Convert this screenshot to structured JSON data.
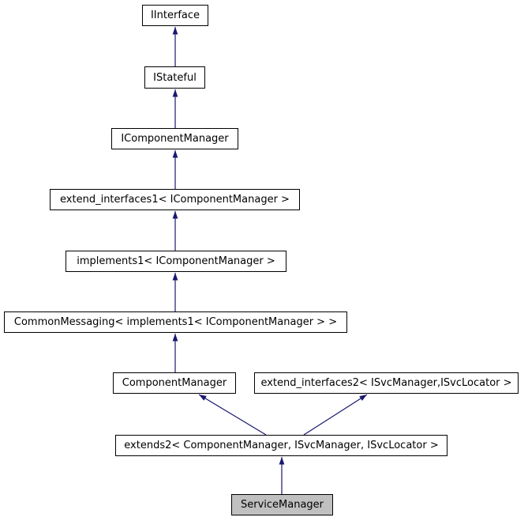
{
  "diagram": {
    "title": "ServiceManager inheritance diagram",
    "type": "class-inheritance-graph",
    "colors": {
      "background": "#ffffff",
      "node_border": "#000000",
      "node_fill": "#ffffff",
      "current_node_fill": "#c0c0c0",
      "arrow": "#191970",
      "text": "#000000"
    },
    "nodes": [
      {
        "id": "iinterface",
        "label": "IInterface"
      },
      {
        "id": "istateful",
        "label": "IStateful"
      },
      {
        "id": "icomponentmanager",
        "label": "IComponentManager"
      },
      {
        "id": "extend_interfaces1",
        "label": "extend_interfaces1< IComponentManager >"
      },
      {
        "id": "implements1",
        "label": "implements1< IComponentManager >"
      },
      {
        "id": "commonmessaging",
        "label": "CommonMessaging< implements1< IComponentManager > >"
      },
      {
        "id": "componentmanager",
        "label": "ComponentManager"
      },
      {
        "id": "extend_interfaces2",
        "label": "extend_interfaces2< ISvcManager,ISvcLocator >"
      },
      {
        "id": "extends2",
        "label": "extends2< ComponentManager, ISvcManager, ISvcLocator >"
      },
      {
        "id": "servicemanager",
        "label": "ServiceManager",
        "highlighted": true
      }
    ],
    "edges": [
      {
        "from": "IStateful",
        "to": "IInterface"
      },
      {
        "from": "IComponentManager",
        "to": "IStateful"
      },
      {
        "from": "extend_interfaces1< IComponentManager >",
        "to": "IComponentManager"
      },
      {
        "from": "implements1< IComponentManager >",
        "to": "extend_interfaces1< IComponentManager >"
      },
      {
        "from": "CommonMessaging< implements1< IComponentManager > >",
        "to": "implements1< IComponentManager >"
      },
      {
        "from": "ComponentManager",
        "to": "CommonMessaging< implements1< IComponentManager > >"
      },
      {
        "from": "extends2< ComponentManager, ISvcManager, ISvcLocator >",
        "to": "ComponentManager"
      },
      {
        "from": "extends2< ComponentManager, ISvcManager, ISvcLocator >",
        "to": "extend_interfaces2< ISvcManager,ISvcLocator >"
      },
      {
        "from": "ServiceManager",
        "to": "extends2< ComponentManager, ISvcManager, ISvcLocator >"
      }
    ]
  }
}
